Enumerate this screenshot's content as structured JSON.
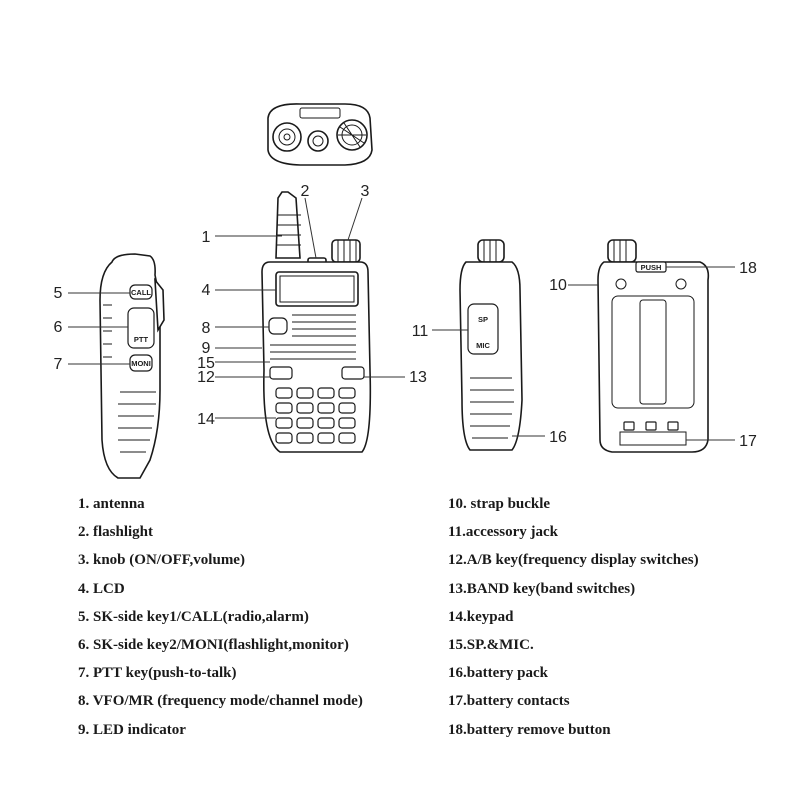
{
  "callouts": [
    "1",
    "2",
    "3",
    "4",
    "5",
    "6",
    "7",
    "8",
    "9",
    "10",
    "11",
    "12",
    "13",
    "14",
    "15",
    "16",
    "17",
    "18"
  ],
  "button_labels": {
    "call": "CALL",
    "ptt": "PTT",
    "moni": "MONI",
    "sp": "SP",
    "mic": "MIC",
    "push": "PUSH"
  },
  "legend": {
    "left": [
      "1. antenna",
      "2. flashlight",
      "3. knob (ON/OFF,volume)",
      "4. LCD",
      "5. SK-side key1/CALL(radio,alarm)",
      "6. SK-side key2/MONI(flashlight,monitor)",
      "7. PTT key(push-to-talk)",
      "8. VFO/MR (frequency mode/channel mode)",
      "9. LED indicator"
    ],
    "right": [
      "10. strap buckle",
      "11.accessory jack",
      "12.A/B key(frequency display switches)",
      "13.BAND key(band switches)",
      "14.keypad",
      "15.SP.&MIC.",
      "16.battery pack",
      "17.battery contacts",
      "18.battery remove button"
    ]
  }
}
